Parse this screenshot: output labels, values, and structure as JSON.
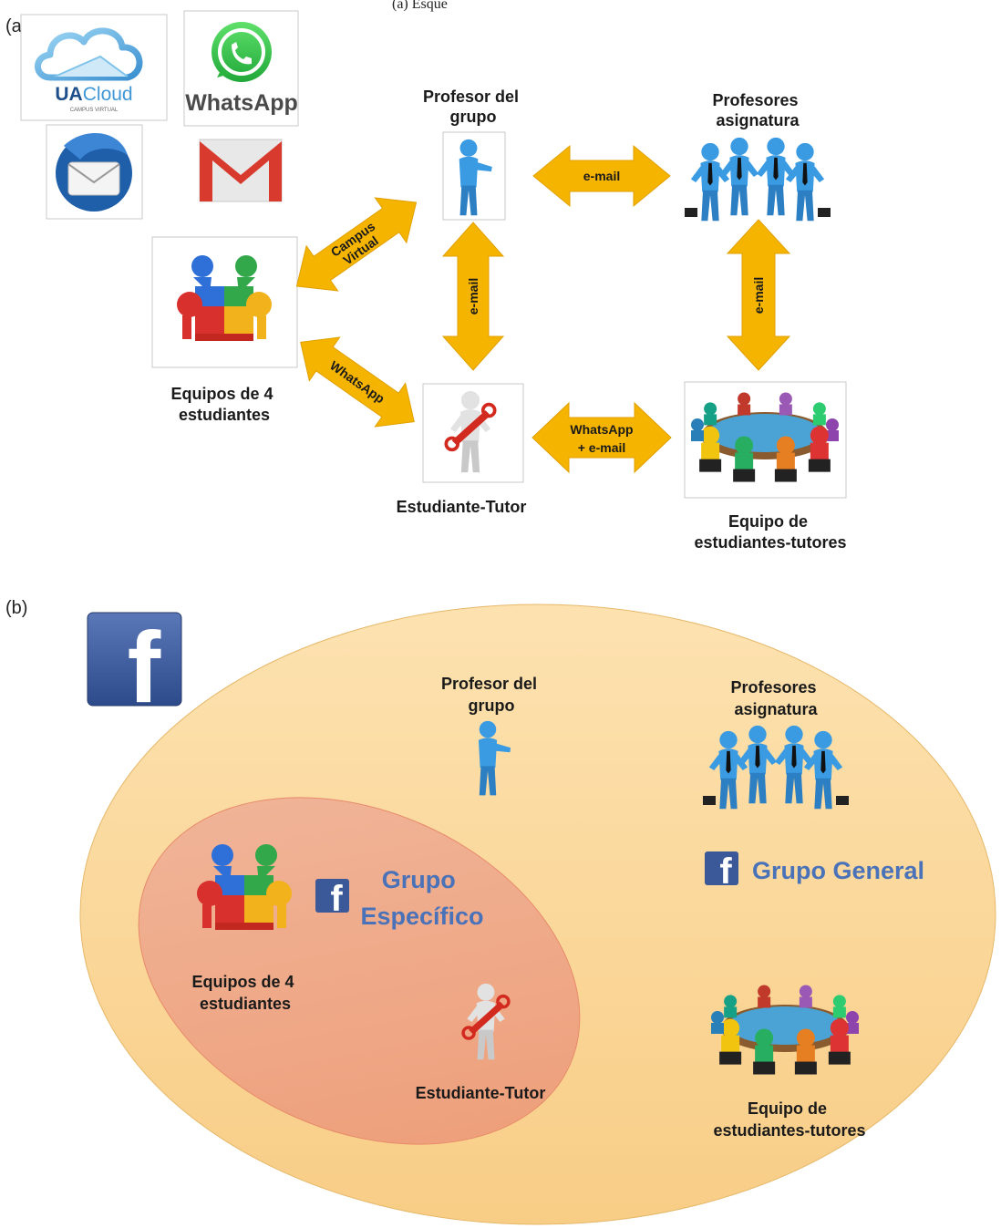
{
  "caption_fragment": "(a)  Esque",
  "panel_a": {
    "label": "(a)",
    "apps": {
      "uacloud": {
        "name": "UACloud",
        "name_ua": "UA",
        "name_cloud": "Cloud",
        "subtitle": "CAMPUS VIRTUAL"
      },
      "whatsapp": {
        "name": "WhatsApp"
      },
      "thunderbird": {
        "name": ""
      },
      "gmail": {
        "name": ""
      }
    },
    "nodes": {
      "profesor_grupo": [
        "Profesor del",
        "grupo"
      ],
      "profesores_asignatura": [
        "Profesores",
        "asignatura"
      ],
      "equipos": [
        "Equipos de 4",
        "estudiantes"
      ],
      "estudiante_tutor": [
        "Estudiante-Tutor"
      ],
      "equipo_tutores": [
        "Equipo de",
        "estudiantes-tutores"
      ]
    },
    "arrows": {
      "profesor_to_profesores": [
        "e-mail"
      ],
      "equipos_to_profesor": [
        "Campus",
        "Virtual"
      ],
      "profesor_to_tutor": [
        "e-mail"
      ],
      "profesores_to_equipo_tutores": [
        "e-mail"
      ],
      "equipos_to_tutor": [
        "WhatsApp"
      ],
      "tutor_to_equipo_tutores": [
        "WhatsApp",
        "+ e-mail"
      ]
    }
  },
  "panel_b": {
    "label": "(b)",
    "nodes": {
      "profesor_grupo": [
        "Profesor del",
        "grupo"
      ],
      "profesores_asignatura": [
        "Profesores",
        "asignatura"
      ],
      "equipos": [
        "Equipos de 4",
        "estudiantes"
      ],
      "estudiante_tutor": [
        "Estudiante-Tutor"
      ],
      "equipo_tutores": [
        "Equipo de",
        "estudiantes-tutores"
      ]
    },
    "grupo_especifico": [
      "Grupo",
      "Específico"
    ],
    "grupo_general": "Grupo General"
  },
  "colors": {
    "arrow": "#f5b400",
    "arrow_stroke": "#e0a000",
    "outer_ellipse": "#fad79a",
    "inner_ellipse": "#f2a684",
    "facebook": "#3b5998",
    "group_text": "#4a72b8",
    "person_blue": "#3a9be3"
  }
}
